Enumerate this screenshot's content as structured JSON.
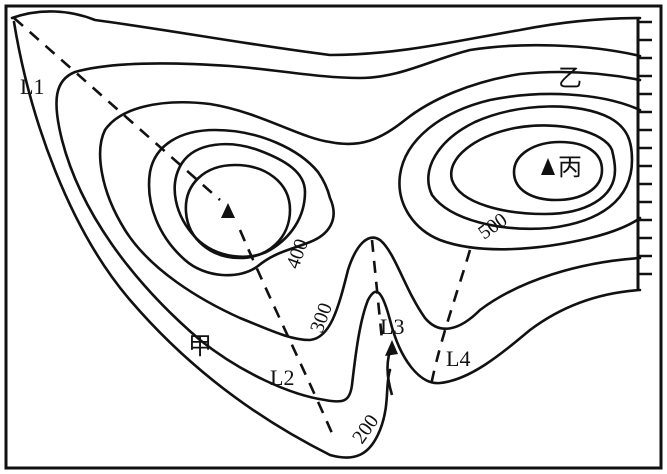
{
  "map": {
    "point_labels": {
      "jia": "甲",
      "yi": "乙",
      "bing": "丙"
    },
    "line_labels": {
      "l1": "L1",
      "l2": "L2",
      "l3": "L3",
      "l4": "L4"
    },
    "elevations": {
      "c200": "200",
      "c300": "300",
      "c400": "400",
      "c500": "500"
    },
    "icons": {
      "peak": "peak-triangle-icon",
      "cliff": "cliff-hatch-icon",
      "arrow": "flow-arrow-icon"
    }
  }
}
